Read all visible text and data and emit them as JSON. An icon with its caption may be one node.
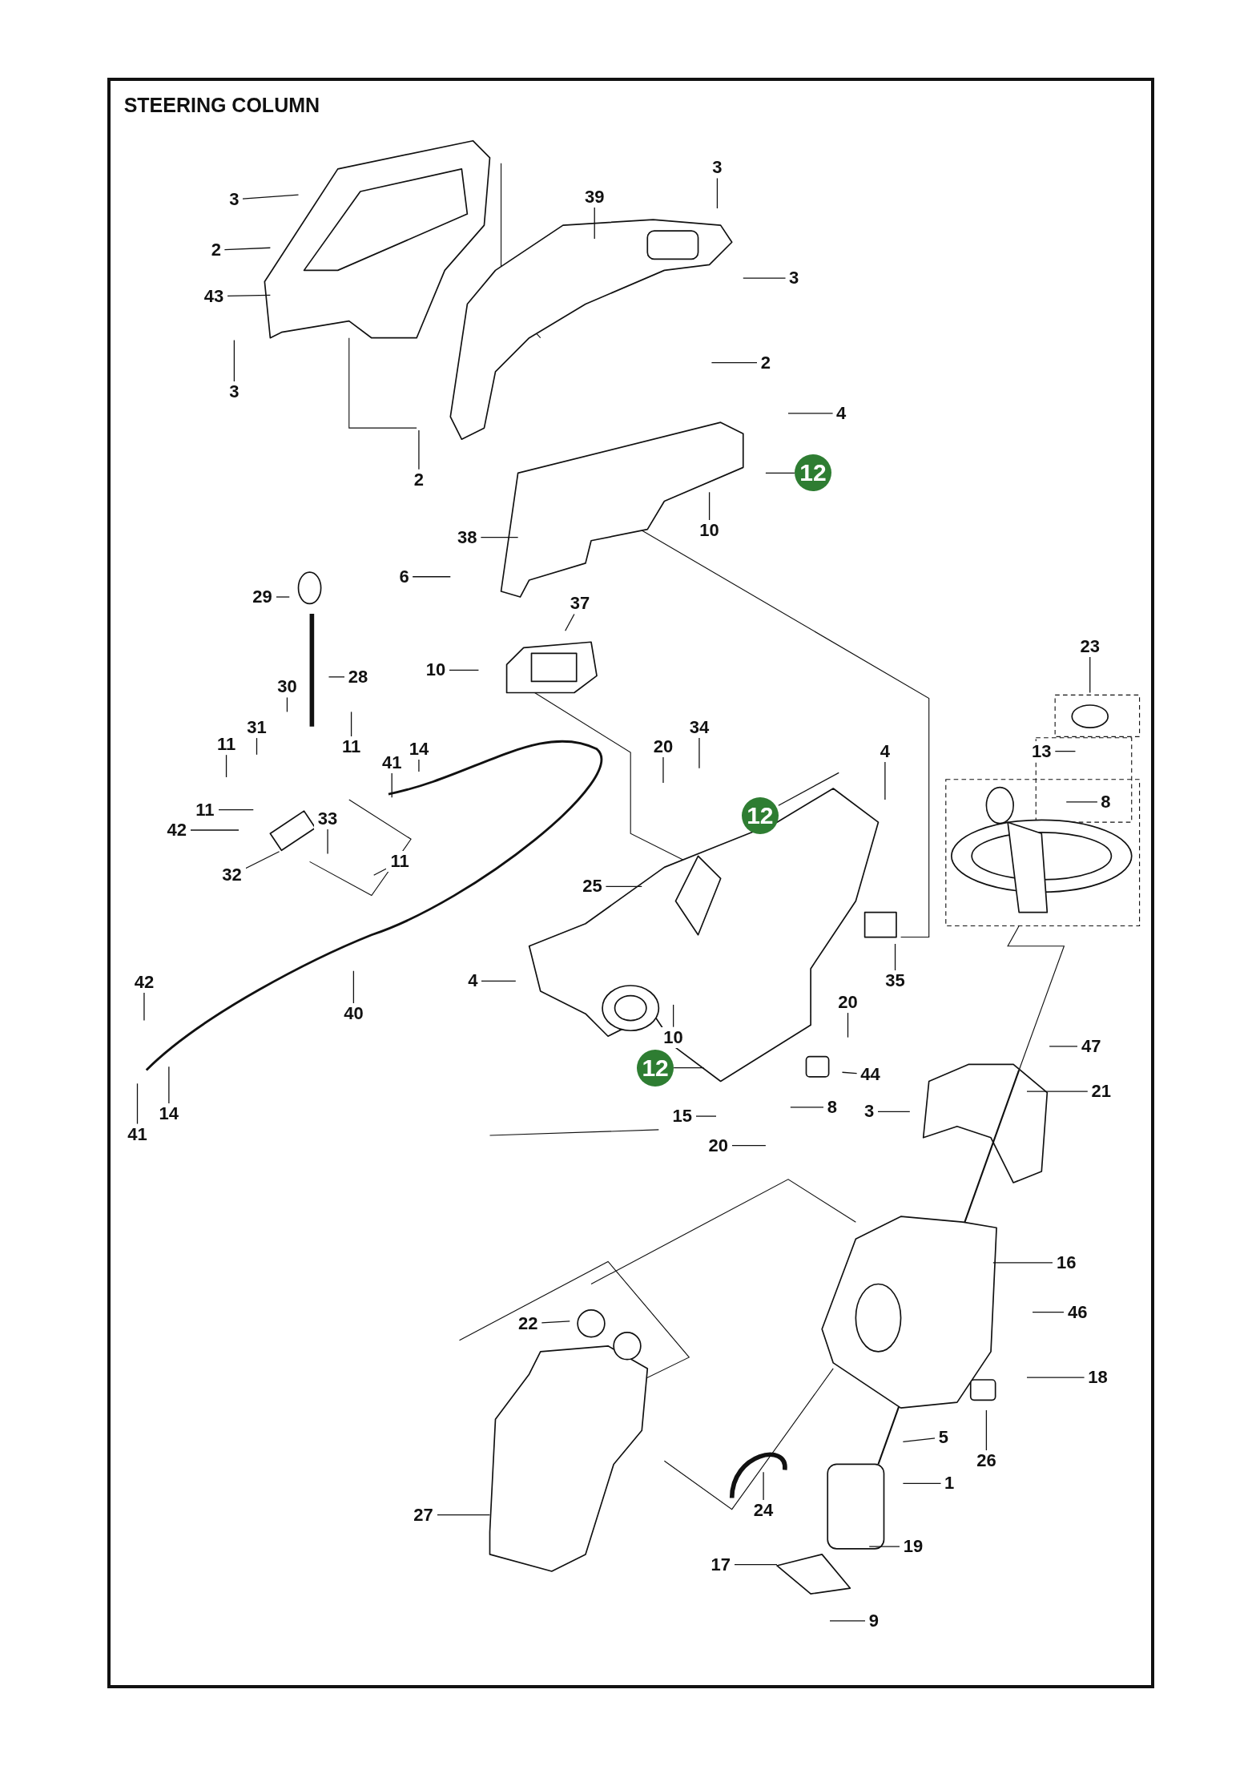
{
  "diagram": {
    "title": "STEERING COLUMN",
    "nodes": [
      {
        "text": [
          "3"
        ]
      },
      {
        "text": [
          "2"
        ]
      },
      {
        "text": [
          "43"
        ]
      },
      {
        "text": [
          "3"
        ]
      },
      {
        "text": [
          "39"
        ]
      },
      {
        "text": [
          "3"
        ]
      },
      {
        "text": [
          "3"
        ]
      },
      {
        "text": [
          "2"
        ]
      },
      {
        "text": [
          "2"
        ]
      },
      {
        "text": [
          "4"
        ]
      },
      {
        "text": [
          "12"
        ]
      },
      {
        "text": [
          "10"
        ]
      },
      {
        "text": [
          "38"
        ]
      },
      {
        "text": [
          "6"
        ]
      },
      {
        "text": [
          "37"
        ]
      },
      {
        "text": [
          "29"
        ]
      },
      {
        "text": [
          "10"
        ]
      },
      {
        "text": [
          "28"
        ]
      },
      {
        "text": [
          "30"
        ]
      },
      {
        "text": [
          "31"
        ]
      },
      {
        "text": [
          "11"
        ]
      },
      {
        "text": [
          "11"
        ]
      },
      {
        "text": [
          "41"
        ]
      },
      {
        "text": [
          "14"
        ]
      },
      {
        "text": [
          "34"
        ]
      },
      {
        "text": [
          "20"
        ]
      },
      {
        "text": [
          "4"
        ]
      },
      {
        "text": [
          "12"
        ]
      },
      {
        "text": [
          "11"
        ]
      },
      {
        "text": [
          "42"
        ]
      },
      {
        "text": [
          "33"
        ]
      },
      {
        "text": [
          "11"
        ]
      },
      {
        "text": [
          "32"
        ]
      },
      {
        "text": [
          "25"
        ]
      },
      {
        "text": [
          "35"
        ]
      },
      {
        "text": [
          "42"
        ]
      },
      {
        "text": [
          "4"
        ]
      },
      {
        "text": [
          "40"
        ]
      },
      {
        "text": [
          "20"
        ]
      },
      {
        "text": [
          "10"
        ]
      },
      {
        "text": [
          "12"
        ]
      },
      {
        "text": [
          "44"
        ]
      },
      {
        "text": [
          "21"
        ]
      },
      {
        "text": [
          "47"
        ]
      },
      {
        "text": [
          "8"
        ]
      },
      {
        "text": [
          "3"
        ]
      },
      {
        "text": [
          "15"
        ]
      },
      {
        "text": [
          "41"
        ]
      },
      {
        "text": [
          "14"
        ]
      },
      {
        "text": [
          "20"
        ]
      },
      {
        "text": [
          "23"
        ]
      },
      {
        "text": [
          "13"
        ]
      },
      {
        "text": [
          "8"
        ]
      },
      {
        "text": [
          "16"
        ]
      },
      {
        "text": [
          "46"
        ]
      },
      {
        "text": [
          "18"
        ]
      },
      {
        "text": [
          "22"
        ]
      },
      {
        "text": [
          "26"
        ]
      },
      {
        "text": [
          "5"
        ]
      },
      {
        "text": [
          "1"
        ]
      },
      {
        "text": [
          "24"
        ]
      },
      {
        "text": [
          "27"
        ]
      },
      {
        "text": [
          "19"
        ]
      },
      {
        "text": [
          "17"
        ]
      },
      {
        "text": [
          "9"
        ]
      }
    ],
    "edges": [
      {
        "from": 0,
        "to": null,
        "arrow": "none"
      },
      {
        "from": 1,
        "to": null,
        "arrow": "none"
      },
      {
        "from": 2,
        "to": null,
        "arrow": "none"
      },
      {
        "from": 3,
        "to": null,
        "arrow": "none"
      },
      {
        "from": 4,
        "to": null,
        "arrow": "none"
      },
      {
        "from": 5,
        "to": null,
        "arrow": "none"
      },
      {
        "from": 6,
        "to": null,
        "arrow": "none"
      },
      {
        "from": 7,
        "to": null,
        "arrow": "none"
      },
      {
        "from": 8,
        "to": null,
        "arrow": "none"
      },
      {
        "from": 9,
        "to": null,
        "arrow": "none"
      },
      {
        "from": 10,
        "to": null,
        "arrow": "none"
      },
      {
        "from": 11,
        "to": null,
        "arrow": "none"
      },
      {
        "from": 12,
        "to": null,
        "arrow": "none"
      },
      {
        "from": 13,
        "to": null,
        "arrow": "none"
      },
      {
        "from": 14,
        "to": null,
        "arrow": "none"
      },
      {
        "from": 15,
        "to": null,
        "arrow": "none"
      },
      {
        "from": 16,
        "to": null,
        "arrow": "none"
      },
      {
        "from": 17,
        "to": null,
        "arrow": "none"
      },
      {
        "from": 18,
        "to": null,
        "arrow": "none"
      },
      {
        "from": 19,
        "to": null,
        "arrow": "none"
      },
      {
        "from": 20,
        "to": null,
        "arrow": "none"
      },
      {
        "from": 21,
        "to": null,
        "arrow": "none"
      },
      {
        "from": 22,
        "to": null,
        "arrow": "none"
      },
      {
        "from": 23,
        "to": null,
        "arrow": "none"
      },
      {
        "from": 24,
        "to": null,
        "arrow": "none"
      },
      {
        "from": 25,
        "to": null,
        "arrow": "none"
      },
      {
        "from": 26,
        "to": null,
        "arrow": "none"
      },
      {
        "from": 27,
        "to": null,
        "arrow": "none"
      },
      {
        "from": 28,
        "to": null,
        "arrow": "none"
      },
      {
        "from": 29,
        "to": null,
        "arrow": "none"
      },
      {
        "from": 30,
        "to": null,
        "arrow": "none"
      },
      {
        "from": 31,
        "to": null,
        "arrow": "none"
      },
      {
        "from": 32,
        "to": null,
        "arrow": "none"
      },
      {
        "from": 33,
        "to": null,
        "arrow": "none"
      },
      {
        "from": 34,
        "to": null,
        "arrow": "none"
      },
      {
        "from": 35,
        "to": null,
        "arrow": "none"
      },
      {
        "from": 36,
        "to": null,
        "arrow": "none"
      },
      {
        "from": 37,
        "to": null,
        "arrow": "none"
      },
      {
        "from": 38,
        "to": null,
        "arrow": "none"
      },
      {
        "from": 39,
        "to": null,
        "arrow": "none"
      },
      {
        "from": 40,
        "to": null,
        "arrow": "none"
      },
      {
        "from": 41,
        "to": null,
        "arrow": "none"
      },
      {
        "from": 42,
        "to": null,
        "arrow": "none"
      },
      {
        "from": 43,
        "to": null,
        "arrow": "none"
      },
      {
        "from": 44,
        "to": null,
        "arrow": "none"
      },
      {
        "from": 45,
        "to": null,
        "arrow": "none"
      },
      {
        "from": 46,
        "to": null,
        "arrow": "none"
      },
      {
        "from": 47,
        "to": null,
        "arrow": "none"
      },
      {
        "from": 48,
        "to": null,
        "arrow": "none"
      },
      {
        "from": 49,
        "to": null,
        "arrow": "none"
      },
      {
        "from": 50,
        "to": null,
        "arrow": "none"
      },
      {
        "from": 51,
        "to": null,
        "arrow": "none"
      },
      {
        "from": 52,
        "to": null,
        "arrow": "none"
      },
      {
        "from": 53,
        "to": null,
        "arrow": "none"
      },
      {
        "from": 54,
        "to": null,
        "arrow": "none"
      },
      {
        "from": 55,
        "to": null,
        "arrow": "none"
      },
      {
        "from": 56,
        "to": null,
        "arrow": "none"
      },
      {
        "from": 57,
        "to": null,
        "arrow": "none"
      },
      {
        "from": 58,
        "to": null,
        "arrow": "none"
      },
      {
        "from": 59,
        "to": null,
        "arrow": "none"
      },
      {
        "from": 60,
        "to": null,
        "arrow": "none"
      },
      {
        "from": 61,
        "to": null,
        "arrow": "none"
      },
      {
        "from": 62,
        "to": null,
        "arrow": "none"
      },
      {
        "from": 63,
        "to": null,
        "arrow": "none"
      },
      {
        "from": 64,
        "to": null,
        "arrow": "none"
      }
    ]
  }
}
